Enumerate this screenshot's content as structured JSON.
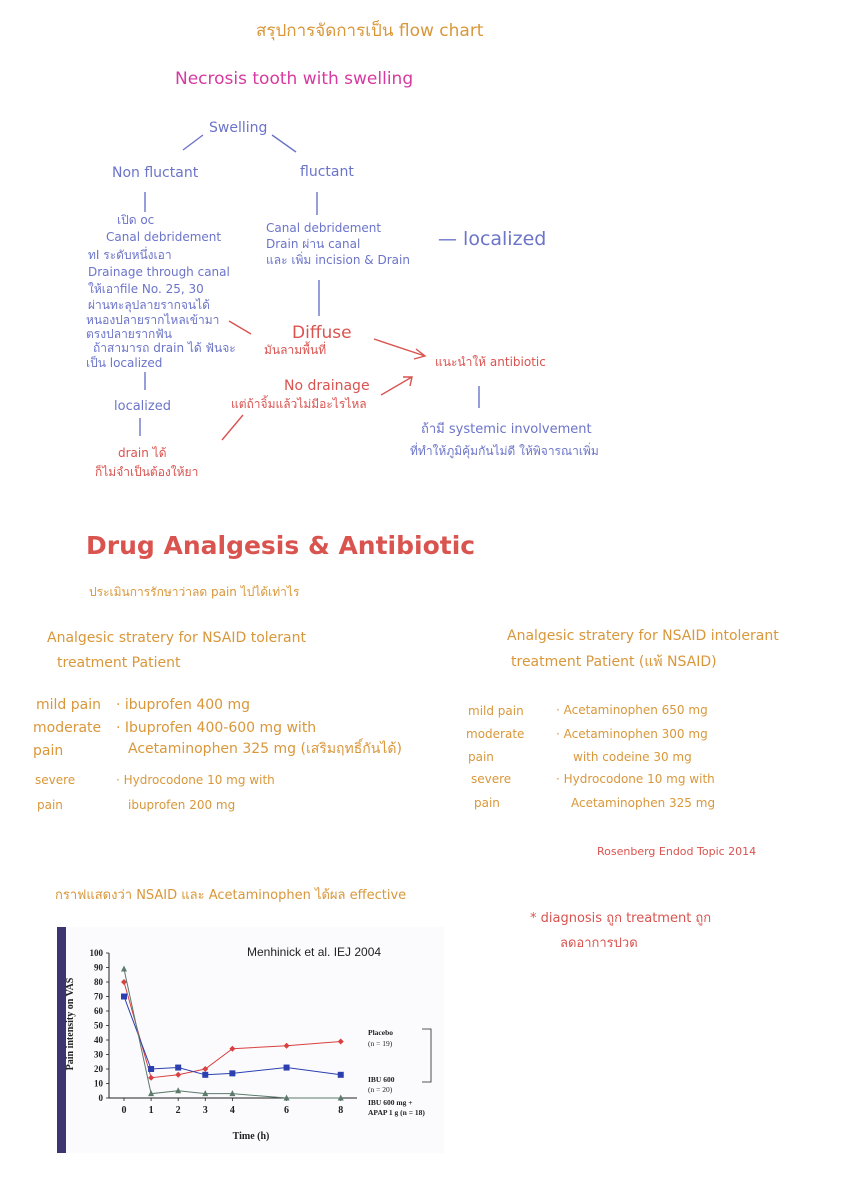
{
  "header": {
    "title": "สรุปการจัดการเป็น flow chart",
    "subtitle": "Necrosis tooth with swelling"
  },
  "flow": {
    "swelling": "Swelling",
    "non_fluctant": "Non fluctant",
    "fluctant": "fluctant",
    "left_notes": [
      "เปิด oc",
      "Canal debridement",
      "ทI ระดับหนึ่งเอา",
      "Drainage through canal",
      "ให้เอาfile No. 25, 30",
      "ผ่านทะลุปลายรากจนได้",
      "หนองปลายรากไหลเข้ามา",
      "ตรงปลายรากฟัน",
      "ถ้าสามารถ drain ได้ ฟันจะ",
      "เป็น localized"
    ],
    "left_localized": "localized",
    "drain_ok": [
      "drain ได้",
      "ก็ไม่จำเป็นต้องให้ยา"
    ],
    "fluctant_notes": [
      "Canal debridement",
      "Drain ผ่าน canal",
      "และ เพิ่ม incision & Drain"
    ],
    "localized_right": "— localized",
    "diffuse": "Diffuse",
    "diffuse_sub": "มันลามพื้นที่",
    "no_drainage": "No drainage",
    "no_drainage_sub": "แต่ถ้าจิ้มแล้วไม่มีอะไรไหล",
    "antibiotic": "แนะนำให้ antibiotic",
    "systemic": [
      "ถ้ามี systemic involvement",
      "ที่ทำให้ภูมิคุ้มกันไม่ดี ให้พิจารณาเพิ่ม"
    ]
  },
  "drug": {
    "title": "Drug   Analgesis & Antibiotic",
    "assess": "ประเมินการรักษาว่าลด pain ไปได้เท่าไร",
    "tolerant": {
      "heading": [
        "Analgesic stratery for NSAID tolerant",
        "treatment Patient"
      ],
      "rows": [
        {
          "label": "mild pain",
          "value": "· ibuprofen 400 mg"
        },
        {
          "label": "moderate",
          "value": "· Ibuprofen 400-600 mg with"
        },
        {
          "label": "pain",
          "value": "Acetaminophen 325 mg (เสริมฤทธิ์กันได้)"
        },
        {
          "label": "severe",
          "value": "· Hydrocodone 10 mg with"
        },
        {
          "label": "pain",
          "value": "ibuprofen 200 mg"
        }
      ]
    },
    "intolerant": {
      "heading": [
        "Analgesic stratery for NSAID intolerant",
        "treatment Patient (แพ้ NSAID)"
      ],
      "rows": [
        {
          "label": "mild pain",
          "value": "· Acetaminophen 650 mg"
        },
        {
          "label": "moderate",
          "value": "· Acetaminophen 300 mg"
        },
        {
          "label": "pain",
          "value": "with codeine 30 mg"
        },
        {
          "label": "severe",
          "value": "· Hydrocodone 10 mg with"
        },
        {
          "label": "pain",
          "value": "Acetaminophen 325 mg"
        }
      ]
    },
    "reference": "Rosenberg Endod Topic 2014",
    "graph_caption": "กราฟแสดงว่า NSAID และ Acetaminophen ได้ผล effective",
    "note": [
      "* diagnosis ถูก treatment ถูก",
      "ลดอาการปวด"
    ]
  },
  "chart_data": {
    "type": "line",
    "title": "Menhinick et al. IEJ 2004",
    "xlabel": "Time (h)",
    "ylabel": "Pain intensity on VAS",
    "x": [
      0,
      1,
      2,
      3,
      4,
      6,
      8
    ],
    "ylim": [
      0,
      100
    ],
    "yticks": [
      0,
      10,
      20,
      30,
      40,
      50,
      60,
      70,
      80,
      90,
      100
    ],
    "series": [
      {
        "name": "Placebo (n = 19)",
        "color": "#d94040",
        "values": [
          80,
          14,
          16,
          20,
          34,
          36,
          39
        ]
      },
      {
        "name": "IBU 600 (n = 20)",
        "color": "#2b3fb0",
        "values": [
          70,
          20,
          21,
          16,
          17,
          21,
          16
        ]
      },
      {
        "name": "IBU 600 mg + APAP 1 g (n = 18)",
        "color": "#5c7a6c",
        "values": [
          89,
          3,
          5,
          3,
          3,
          0,
          0
        ]
      }
    ]
  },
  "colors": {
    "orange": "#d9973a",
    "magenta": "#d63aa0",
    "blue": "#6b74c9",
    "red": "#d9534f"
  }
}
